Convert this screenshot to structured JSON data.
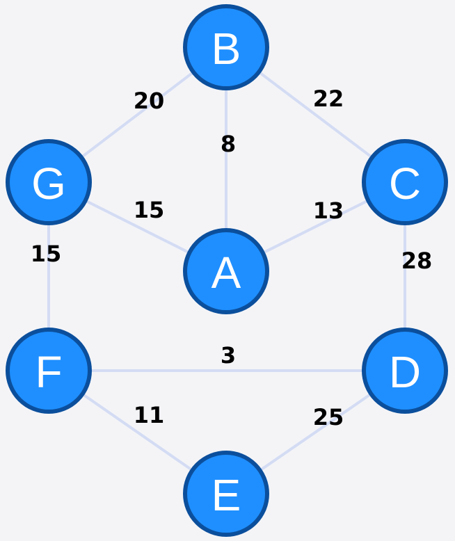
{
  "graph": {
    "nodes": [
      {
        "id": "A",
        "label": "A"
      },
      {
        "id": "B",
        "label": "B"
      },
      {
        "id": "C",
        "label": "C"
      },
      {
        "id": "D",
        "label": "D"
      },
      {
        "id": "E",
        "label": "E"
      },
      {
        "id": "F",
        "label": "F"
      },
      {
        "id": "G",
        "label": "G"
      }
    ],
    "edges": [
      {
        "from": "B",
        "to": "G",
        "weight": "20"
      },
      {
        "from": "B",
        "to": "C",
        "weight": "22"
      },
      {
        "from": "B",
        "to": "A",
        "weight": "8"
      },
      {
        "from": "G",
        "to": "A",
        "weight": "15"
      },
      {
        "from": "C",
        "to": "A",
        "weight": "13"
      },
      {
        "from": "G",
        "to": "F",
        "weight": "15"
      },
      {
        "from": "C",
        "to": "D",
        "weight": "28"
      },
      {
        "from": "F",
        "to": "D",
        "weight": "3"
      },
      {
        "from": "F",
        "to": "E",
        "weight": "11"
      },
      {
        "from": "D",
        "to": "E",
        "weight": "25"
      }
    ],
    "colors": {
      "background": "#f4f4f7",
      "node_fill": "#1f8fff",
      "node_stroke": "#0b4f9c",
      "edge": "#d3dcf3",
      "node_text": "#ffffff",
      "weight_text": "#000000"
    }
  }
}
